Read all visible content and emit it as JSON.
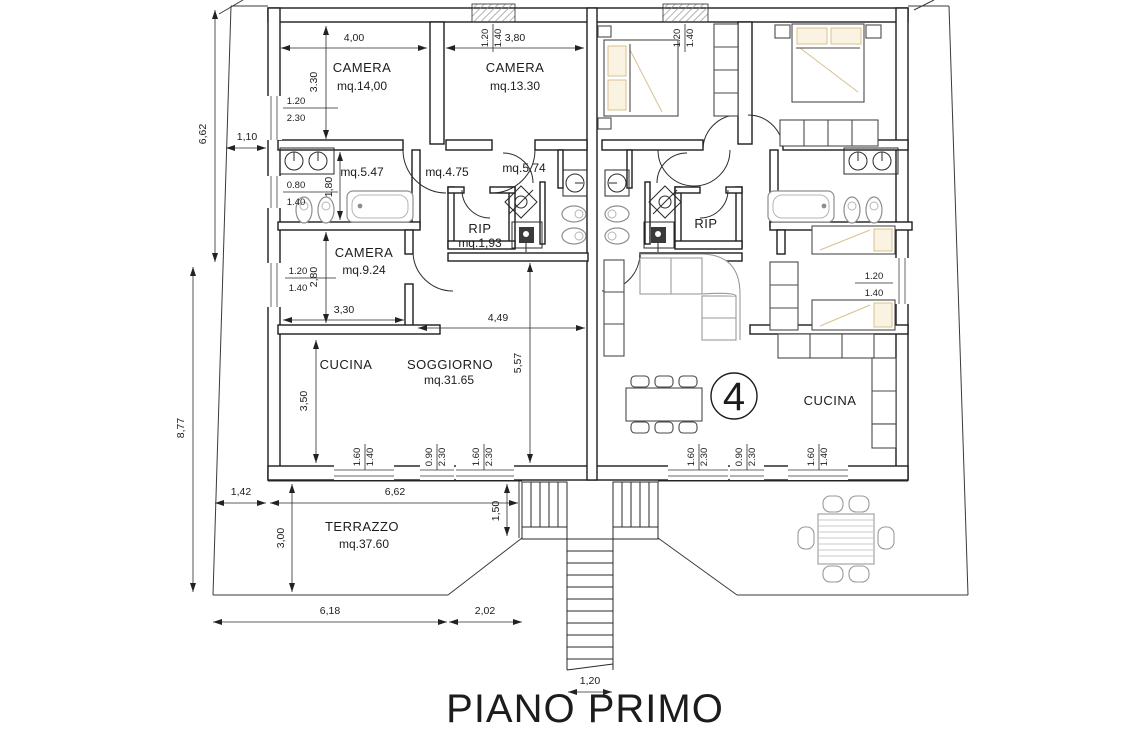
{
  "title": "PIANO PRIMO",
  "unit_badge": "4",
  "rooms": {
    "camera1": {
      "label": "CAMERA",
      "area": "mq.14,00"
    },
    "camera2": {
      "label": "CAMERA",
      "area": "mq.13.30"
    },
    "camera3": {
      "label": "CAMERA",
      "area": "mq.9.24"
    },
    "cucina_sx": {
      "label": "CUCINA"
    },
    "soggiorno": {
      "label": "SOGGIORNO",
      "area": "mq.31.65"
    },
    "bagno1": {
      "area": "mq.5.47"
    },
    "disimpegno": {
      "area": "mq.4.75"
    },
    "bagno2": {
      "area": "mq.5.74"
    },
    "rip_sx": {
      "label": "RIP",
      "area": "mq.1,93"
    },
    "rip_dx": {
      "label": "RIP"
    },
    "cucina_dx": {
      "label": "CUCINA"
    },
    "terrazzo": {
      "label": "TERRAZZO",
      "area": "mq.37.60"
    }
  },
  "dims": {
    "d400": "4,00",
    "d380": "3,80",
    "v330": "3.30",
    "l662": "6,62",
    "l877": "8,77",
    "d110": "1,10",
    "v180": "1,80",
    "v280": "2,80",
    "h330": "3,30",
    "v350": "3,50",
    "s449": "4,49",
    "s557": "5,57",
    "t142": "1,42",
    "t662": "6,62",
    "t300": "3,00",
    "t150": "1,50",
    "t618": "6,18",
    "t202": "2,02",
    "st120": "1,20",
    "wl1a": "1.20",
    "wl1b": "2.30",
    "wl2a": "0.80",
    "wl2b": "1.40",
    "wl3a": "1.20",
    "wl3b": "1.40",
    "wt1a": "1.20",
    "wt1b": "1.40",
    "wt2a": "1.20",
    "wt2b": "1.40",
    "wb1a": "1.60",
    "wb1b": "1.40",
    "wb2a": "0.90",
    "wb2b": "2.30",
    "wb3a": "1.60",
    "wb3b": "2.30",
    "wb4a": "1.60",
    "wb4b": "2.30",
    "wb5a": "0.90",
    "wb5b": "2.30",
    "wb6a": "1.60",
    "wb6b": "1.40",
    "wr1a": "1.20",
    "wr1b": "1.40"
  }
}
